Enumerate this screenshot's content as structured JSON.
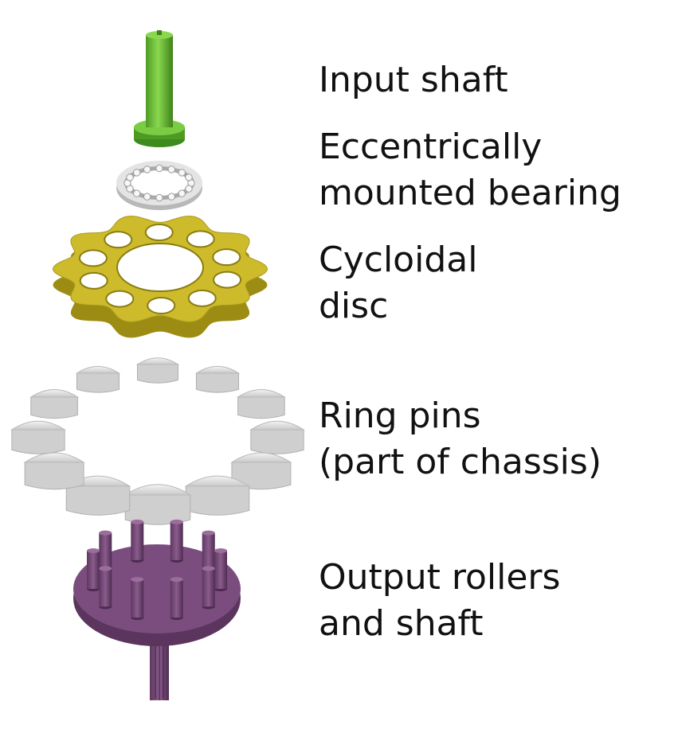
{
  "diagram": {
    "components": [
      {
        "id": "input-shaft",
        "lines": [
          "Input shaft"
        ],
        "color": "#6cc23a"
      },
      {
        "id": "bearing",
        "lines": [
          "Eccentrically",
          "mounted bearing"
        ],
        "color": "#d8d8d8"
      },
      {
        "id": "cycloidal-disc",
        "lines": [
          "Cycloidal",
          "disc"
        ],
        "color": "#c9b829"
      },
      {
        "id": "ring-pins",
        "lines": [
          "Ring pins",
          "(part of chassis)"
        ],
        "color": "#e6e6e6"
      },
      {
        "id": "output",
        "lines": [
          "Output rollers",
          "and shaft"
        ],
        "color": "#7b4d7e"
      }
    ]
  }
}
